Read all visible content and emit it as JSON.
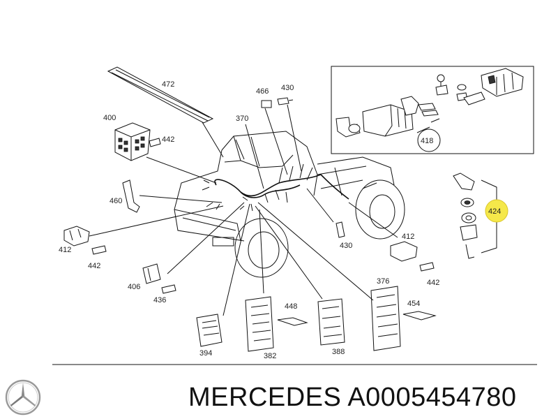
{
  "callouts": {
    "c472": "472",
    "c466": "466",
    "c430a": "430",
    "c400": "400",
    "c442a": "442",
    "c370": "370",
    "c418": "418",
    "c460": "460",
    "c424": "424",
    "c412a": "412",
    "c442b": "442",
    "c430b": "430",
    "c412b": "412",
    "c406": "406",
    "c436": "436",
    "c442c": "442",
    "c376": "376",
    "c448": "448",
    "c454": "454",
    "c394": "394",
    "c382": "382",
    "c388": "388"
  },
  "footer": {
    "brand_text": "MERCEDES A0005454780"
  },
  "colors": {
    "highlight": "#f5e84a",
    "line": "#111111"
  },
  "icons": {
    "logo": "mercedes-star-icon"
  }
}
